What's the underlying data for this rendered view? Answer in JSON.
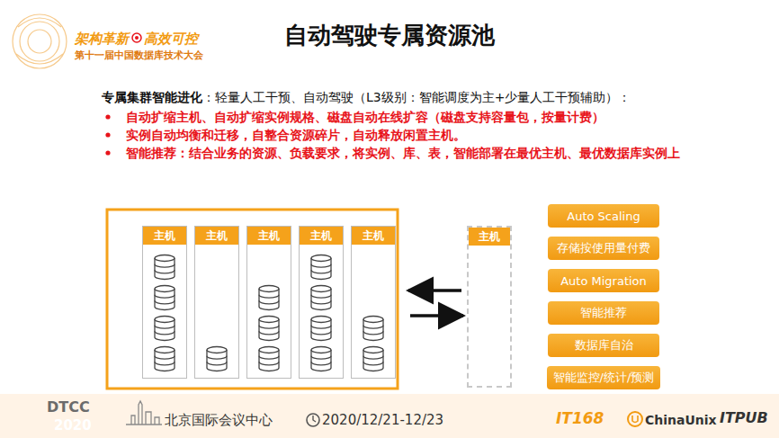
{
  "diagram": {
    "title": "自动驾驶专属资源池",
    "nodes": [
      {
        "text": [
          "主机"
        ]
      },
      {
        "text": [
          "主机"
        ]
      },
      {
        "text": [
          "主机"
        ]
      },
      {
        "text": [
          "主机"
        ]
      },
      {
        "text": [
          "主机"
        ]
      },
      {
        "text": [
          "主机"
        ]
      },
      {
        "text": [
          "Auto Scaling"
        ]
      },
      {
        "text": [
          "存储按使用量付费"
        ]
      },
      {
        "text": [
          "Auto Migration"
        ]
      },
      {
        "text": [
          "智能推荐"
        ]
      },
      {
        "text": [
          "数据库自治"
        ]
      },
      {
        "text": [
          "智能监控/统计/预测"
        ]
      }
    ],
    "labels": [
      "架构革新",
      "高效可控",
      "第十一届中国数据库技术大会",
      "专属集群智能进化",
      "：轻量人工干预、自动驾驶（L3级别：智能调度为主+少量人工干预辅助）：",
      "自动扩缩主机、自动扩缩实例规格、磁盘自动在线扩容（磁盘支持容量包，按量计费）",
      "实例自动均衡和迁移，自整合资源碎片，自动释放闲置主机。",
      "智能推荐：结合业务的资源、负载要求，将实例、库、表，智能部署在最优主机、最优数据库实例上",
      "DTCC",
      "2020",
      "北京国际会议中心",
      "2020/12/21-12/23",
      "IT168",
      "ChinaUnix",
      "ITPUB"
    ]
  }
}
